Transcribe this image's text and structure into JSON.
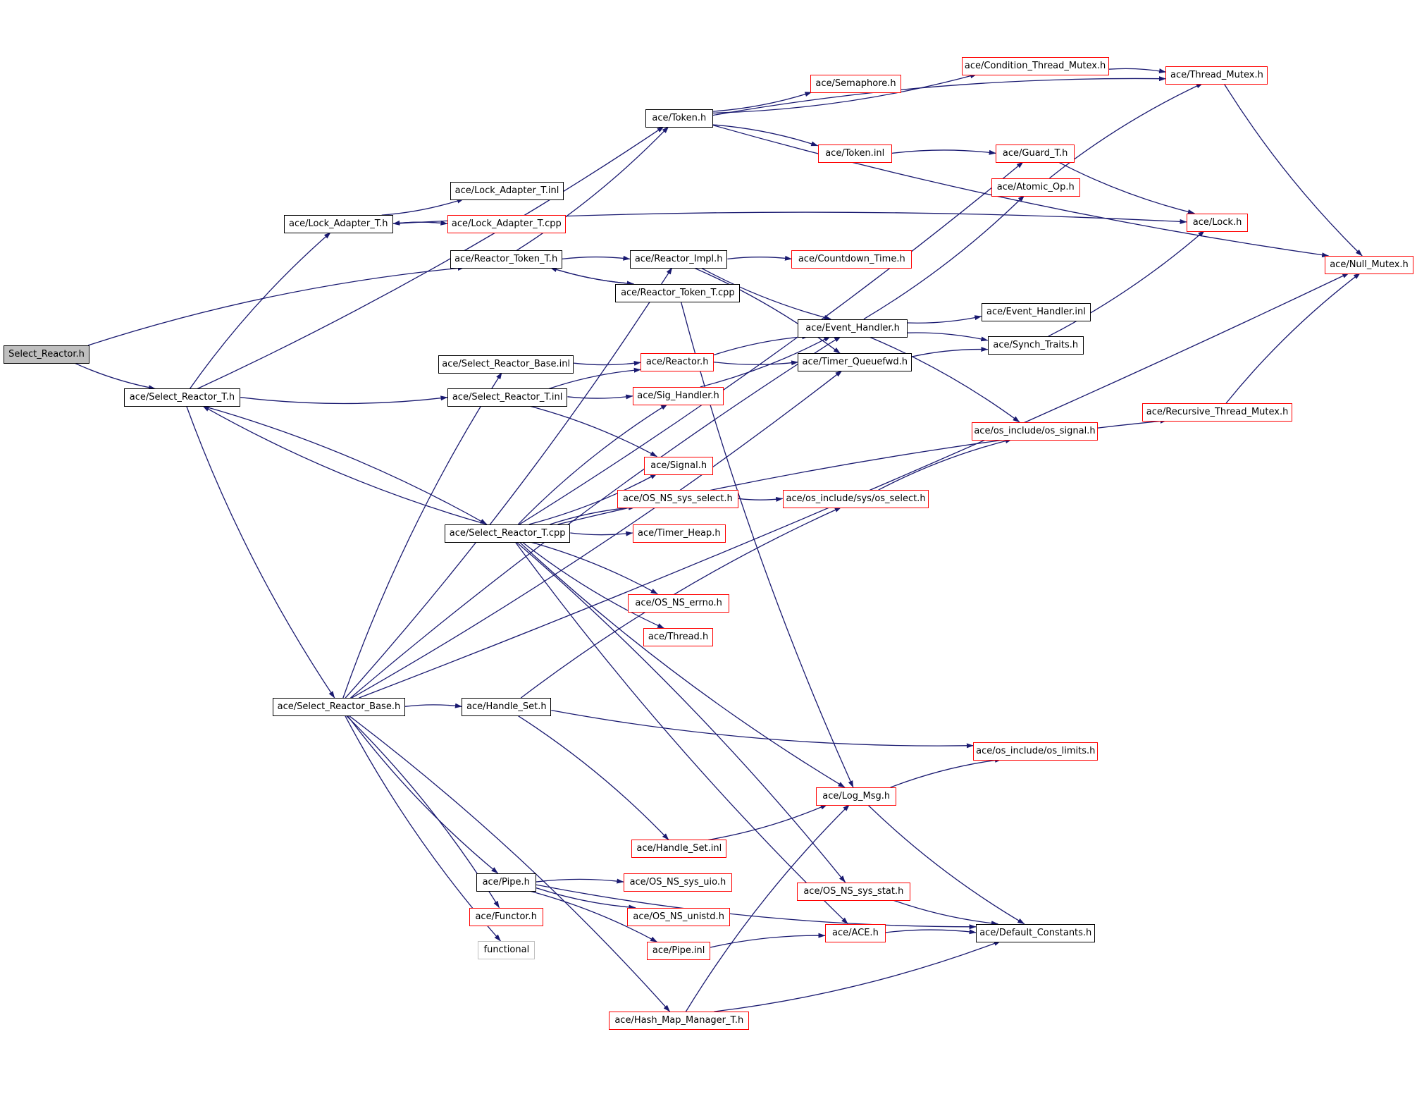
{
  "colors": {
    "edge": "#191970",
    "documented_border": "#000000",
    "undocumented_border": "#ff0000",
    "external_border": "#bfbfbf",
    "root_fill": "#bfbfbf"
  },
  "nodes": {
    "select_reactor_h": {
      "label": "Select_Reactor.h",
      "kind": "root"
    },
    "select_reactor_t_h": {
      "label": "ace/Select_Reactor_T.h",
      "kind": "documented"
    },
    "lock_adapter_t_h": {
      "label": "ace/Lock_Adapter_T.h",
      "kind": "documented"
    },
    "lock_adapter_t_inl": {
      "label": "ace/Lock_Adapter_T.inl",
      "kind": "documented"
    },
    "lock_adapter_t_cpp": {
      "label": "ace/Lock_Adapter_T.cpp",
      "kind": "undocumented"
    },
    "token_h": {
      "label": "ace/Token.h",
      "kind": "documented"
    },
    "condition_thread_mutex_h": {
      "label": "ace/Condition_Thread_Mutex.h",
      "kind": "undocumented"
    },
    "thread_mutex_h": {
      "label": "ace/Thread_Mutex.h",
      "kind": "undocumented"
    },
    "semaphore_h": {
      "label": "ace/Semaphore.h",
      "kind": "undocumented"
    },
    "token_inl": {
      "label": "ace/Token.inl",
      "kind": "undocumented"
    },
    "guard_t_h": {
      "label": "ace/Guard_T.h",
      "kind": "undocumented"
    },
    "atomic_op_h": {
      "label": "ace/Atomic_Op.h",
      "kind": "undocumented"
    },
    "lock_h": {
      "label": "ace/Lock.h",
      "kind": "undocumented"
    },
    "null_mutex_h": {
      "label": "ace/Null_Mutex.h",
      "kind": "undocumented"
    },
    "reactor_token_t_h": {
      "label": "ace/Reactor_Token_T.h",
      "kind": "documented"
    },
    "reactor_impl_h": {
      "label": "ace/Reactor_Impl.h",
      "kind": "documented"
    },
    "countdown_time_h": {
      "label": "ace/Countdown_Time.h",
      "kind": "undocumented"
    },
    "reactor_token_t_cpp": {
      "label": "ace/Reactor_Token_T.cpp",
      "kind": "documented"
    },
    "event_handler_h": {
      "label": "ace/Event_Handler.h",
      "kind": "documented"
    },
    "event_handler_inl": {
      "label": "ace/Event_Handler.inl",
      "kind": "documented"
    },
    "synch_traits_h": {
      "label": "ace/Synch_Traits.h",
      "kind": "documented"
    },
    "timer_queuefwd_h": {
      "label": "ace/Timer_Queuefwd.h",
      "kind": "documented"
    },
    "select_reactor_base_inl": {
      "label": "ace/Select_Reactor_Base.inl",
      "kind": "documented"
    },
    "reactor_h": {
      "label": "ace/Reactor.h",
      "kind": "undocumented"
    },
    "select_reactor_t_inl": {
      "label": "ace/Select_Reactor_T.inl",
      "kind": "documented"
    },
    "sig_handler_h": {
      "label": "ace/Sig_Handler.h",
      "kind": "undocumented"
    },
    "recursive_thread_mutex_h": {
      "label": "ace/Recursive_Thread_Mutex.h",
      "kind": "undocumented"
    },
    "os_signal_h": {
      "label": "ace/os_include/os_signal.h",
      "kind": "undocumented"
    },
    "signal_h": {
      "label": "ace/Signal.h",
      "kind": "undocumented"
    },
    "os_ns_sys_select_h": {
      "label": "ace/OS_NS_sys_select.h",
      "kind": "undocumented"
    },
    "os_select_h": {
      "label": "ace/os_include/sys/os_select.h",
      "kind": "undocumented"
    },
    "select_reactor_t_cpp": {
      "label": "ace/Select_Reactor_T.cpp",
      "kind": "documented"
    },
    "timer_heap_h": {
      "label": "ace/Timer_Heap.h",
      "kind": "undocumented"
    },
    "os_ns_errno_h": {
      "label": "ace/OS_NS_errno.h",
      "kind": "undocumented"
    },
    "thread_h": {
      "label": "ace/Thread.h",
      "kind": "undocumented"
    },
    "select_reactor_base_h": {
      "label": "ace/Select_Reactor_Base.h",
      "kind": "documented"
    },
    "handle_set_h": {
      "label": "ace/Handle_Set.h",
      "kind": "documented"
    },
    "os_limits_h": {
      "label": "ace/os_include/os_limits.h",
      "kind": "undocumented"
    },
    "log_msg_h": {
      "label": "ace/Log_Msg.h",
      "kind": "undocumented"
    },
    "handle_set_inl": {
      "label": "ace/Handle_Set.inl",
      "kind": "undocumented"
    },
    "pipe_h": {
      "label": "ace/Pipe.h",
      "kind": "documented"
    },
    "os_ns_sys_uio_h": {
      "label": "ace/OS_NS_sys_uio.h",
      "kind": "undocumented"
    },
    "os_ns_sys_stat_h": {
      "label": "ace/OS_NS_sys_stat.h",
      "kind": "undocumented"
    },
    "functor_h": {
      "label": "ace/Functor.h",
      "kind": "undocumented"
    },
    "os_ns_unistd_h": {
      "label": "ace/OS_NS_unistd.h",
      "kind": "undocumented"
    },
    "ace_h": {
      "label": "ace/ACE.h",
      "kind": "undocumented"
    },
    "default_constants_h": {
      "label": "ace/Default_Constants.h",
      "kind": "documented"
    },
    "functional": {
      "label": "functional",
      "kind": "external"
    },
    "pipe_inl": {
      "label": "ace/Pipe.inl",
      "kind": "undocumented"
    },
    "hash_map_manager_t_h": {
      "label": "ace/Hash_Map_Manager_T.h",
      "kind": "undocumented"
    }
  },
  "edges": [
    [
      "select_reactor_h",
      "select_reactor_t_h"
    ],
    [
      "select_reactor_h",
      "reactor_token_t_h"
    ],
    [
      "select_reactor_t_h",
      "token_h"
    ],
    [
      "select_reactor_t_h",
      "lock_adapter_t_h"
    ],
    [
      "select_reactor_t_h",
      "select_reactor_t_inl"
    ],
    [
      "select_reactor_t_h",
      "select_reactor_t_cpp"
    ],
    [
      "select_reactor_t_h",
      "select_reactor_base_h"
    ],
    [
      "select_reactor_t_cpp",
      "select_reactor_t_h"
    ],
    [
      "lock_adapter_t_h",
      "lock_adapter_t_inl"
    ],
    [
      "lock_adapter_t_h",
      "lock_adapter_t_cpp"
    ],
    [
      "lock_adapter_t_cpp",
      "lock_adapter_t_h"
    ],
    [
      "lock_adapter_t_h",
      "lock_h"
    ],
    [
      "token_h",
      "condition_thread_mutex_h"
    ],
    [
      "token_h",
      "thread_mutex_h"
    ],
    [
      "token_h",
      "semaphore_h"
    ],
    [
      "token_h",
      "token_inl"
    ],
    [
      "token_h",
      "null_mutex_h"
    ],
    [
      "condition_thread_mutex_h",
      "thread_mutex_h"
    ],
    [
      "thread_mutex_h",
      "null_mutex_h"
    ],
    [
      "token_inl",
      "guard_t_h"
    ],
    [
      "guard_t_h",
      "lock_h"
    ],
    [
      "atomic_op_h",
      "thread_mutex_h"
    ],
    [
      "reactor_token_t_h",
      "token_h"
    ],
    [
      "reactor_token_t_h",
      "reactor_impl_h"
    ],
    [
      "reactor_token_t_h",
      "reactor_token_t_cpp"
    ],
    [
      "reactor_token_t_cpp",
      "reactor_token_t_h"
    ],
    [
      "reactor_token_t_cpp",
      "log_msg_h"
    ],
    [
      "reactor_impl_h",
      "countdown_time_h"
    ],
    [
      "reactor_impl_h",
      "event_handler_h"
    ],
    [
      "reactor_impl_h",
      "timer_queuefwd_h"
    ],
    [
      "event_handler_h",
      "event_handler_inl"
    ],
    [
      "event_handler_h",
      "synch_traits_h"
    ],
    [
      "event_handler_h",
      "atomic_op_h"
    ],
    [
      "event_handler_h",
      "os_signal_h"
    ],
    [
      "synch_traits_h",
      "lock_h"
    ],
    [
      "timer_queuefwd_h",
      "synch_traits_h"
    ],
    [
      "select_reactor_base_inl",
      "reactor_h"
    ],
    [
      "reactor_h",
      "event_handler_h"
    ],
    [
      "reactor_h",
      "timer_queuefwd_h"
    ],
    [
      "select_reactor_t_inl",
      "reactor_h"
    ],
    [
      "select_reactor_t_inl",
      "sig_handler_h"
    ],
    [
      "select_reactor_t_inl",
      "signal_h"
    ],
    [
      "sig_handler_h",
      "event_handler_h"
    ],
    [
      "recursive_thread_mutex_h",
      "null_mutex_h"
    ],
    [
      "os_ns_sys_select_h",
      "os_select_h"
    ],
    [
      "os_select_h",
      "os_signal_h"
    ],
    [
      "select_reactor_t_cpp",
      "guard_t_h"
    ],
    [
      "select_reactor_t_cpp",
      "sig_handler_h"
    ],
    [
      "select_reactor_t_cpp",
      "signal_h"
    ],
    [
      "select_reactor_t_cpp",
      "os_ns_sys_select_h"
    ],
    [
      "select_reactor_t_cpp",
      "timer_heap_h"
    ],
    [
      "select_reactor_t_cpp",
      "os_ns_errno_h"
    ],
    [
      "select_reactor_t_cpp",
      "thread_h"
    ],
    [
      "select_reactor_t_cpp",
      "recursive_thread_mutex_h"
    ],
    [
      "select_reactor_t_cpp",
      "log_msg_h"
    ],
    [
      "select_reactor_t_cpp",
      "os_ns_sys_stat_h"
    ],
    [
      "select_reactor_t_cpp",
      "ace_h"
    ],
    [
      "select_reactor_base_h",
      "select_reactor_base_inl"
    ],
    [
      "select_reactor_base_h",
      "reactor_impl_h"
    ],
    [
      "select_reactor_base_h",
      "event_handler_h"
    ],
    [
      "select_reactor_base_h",
      "timer_queuefwd_h"
    ],
    [
      "select_reactor_base_h",
      "handle_set_h"
    ],
    [
      "select_reactor_base_h",
      "pipe_h"
    ],
    [
      "select_reactor_base_h",
      "functor_h"
    ],
    [
      "select_reactor_base_h",
      "functional"
    ],
    [
      "select_reactor_base_h",
      "hash_map_manager_t_h"
    ],
    [
      "select_reactor_base_h",
      "null_mutex_h"
    ],
    [
      "handle_set_h",
      "os_select_h"
    ],
    [
      "handle_set_h",
      "os_limits_h"
    ],
    [
      "handle_set_h",
      "handle_set_inl"
    ],
    [
      "handle_set_inl",
      "log_msg_h"
    ],
    [
      "log_msg_h",
      "os_limits_h"
    ],
    [
      "log_msg_h",
      "default_constants_h"
    ],
    [
      "pipe_h",
      "os_ns_sys_uio_h"
    ],
    [
      "pipe_h",
      "os_ns_unistd_h"
    ],
    [
      "pipe_h",
      "pipe_inl"
    ],
    [
      "pipe_h",
      "default_constants_h"
    ],
    [
      "pipe_inl",
      "ace_h"
    ],
    [
      "os_ns_sys_stat_h",
      "default_constants_h"
    ],
    [
      "ace_h",
      "default_constants_h"
    ],
    [
      "hash_map_manager_t_h",
      "default_constants_h"
    ],
    [
      "hash_map_manager_t_h",
      "log_msg_h"
    ]
  ]
}
